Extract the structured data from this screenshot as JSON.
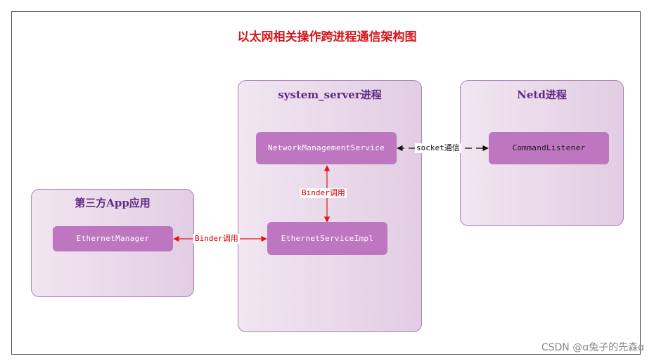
{
  "title": "以太网相关操作跨进程通信架构图",
  "groups": {
    "app": {
      "title": "第三方App应用"
    },
    "system_server": {
      "title": "system_server进程"
    },
    "netd": {
      "title": "Netd进程"
    }
  },
  "nodes": {
    "ethernet_manager": "EthernetManager",
    "network_management_service": "NetworkManagementService",
    "ethernet_service_impl": "EthernetServiceImpl",
    "command_listener": "CommandListener"
  },
  "connectors": {
    "binder_app": "Binder调用",
    "binder_internal": "Binder调用",
    "socket": "socket通信"
  },
  "colors": {
    "title": "#d4151b",
    "group_title": "#5f2b86",
    "node_fill": "#bd76bf",
    "binder_arrow": "#e0141b",
    "socket_arrow": "#111111"
  },
  "watermark": "CSDN @ɑ兔子的先森ɑ"
}
